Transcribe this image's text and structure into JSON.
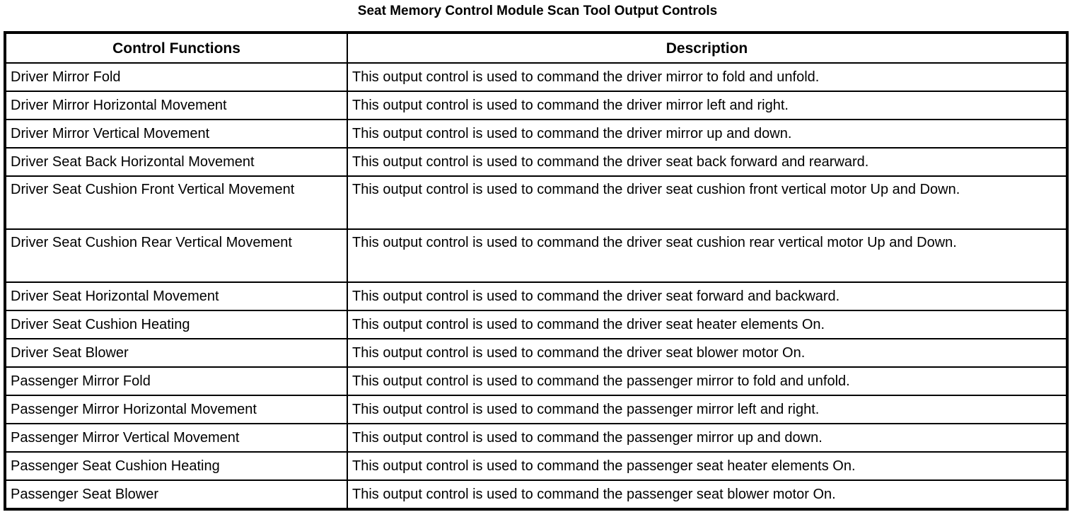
{
  "document": {
    "title": "Seat Memory Control Module Scan Tool Output Controls"
  },
  "table": {
    "headers": {
      "control_functions": "Control Functions",
      "description": "Description"
    },
    "rows": [
      {
        "control": "Driver Mirror Fold",
        "description": "This output control is used to command the driver mirror to fold and unfold.",
        "two_line": false
      },
      {
        "control": "Driver Mirror Horizontal Movement",
        "description": "This output control is used to command the driver mirror left and right.",
        "two_line": false
      },
      {
        "control": "Driver Mirror Vertical Movement",
        "description": "This output control is used to command the driver mirror up and down.",
        "two_line": false
      },
      {
        "control": "Driver Seat Back Horizontal Movement",
        "description": "This output control is used to command the driver seat back forward and rearward.",
        "two_line": false
      },
      {
        "control": "Driver Seat Cushion Front Vertical Movement",
        "description": "This output control is used to command the driver seat cushion front vertical motor Up and Down.",
        "two_line": true
      },
      {
        "control": "Driver Seat Cushion Rear Vertical Movement",
        "description": "This output control is used to command the driver seat cushion rear vertical motor Up and Down.",
        "two_line": true
      },
      {
        "control": "Driver Seat Horizontal Movement",
        "description": "This output control is used to command the driver seat forward and backward.",
        "two_line": false
      },
      {
        "control": "Driver Seat Cushion Heating",
        "description": "This output control is used to command the driver seat heater elements On.",
        "two_line": false
      },
      {
        "control": "Driver Seat Blower",
        "description": "This output control is used to command the driver seat blower motor On.",
        "two_line": false
      },
      {
        "control": "Passenger Mirror Fold",
        "description": "This output control is used to command the passenger mirror to fold and unfold.",
        "two_line": false
      },
      {
        "control": "Passenger Mirror Horizontal Movement",
        "description": "This output control is used to command the passenger mirror left and right.",
        "two_line": false
      },
      {
        "control": "Passenger Mirror Vertical Movement",
        "description": "This output control is used to command the passenger mirror up and down.",
        "two_line": false
      },
      {
        "control": "Passenger Seat Cushion Heating",
        "description": "This output control is used to command the passenger seat heater elements On.",
        "two_line": false
      },
      {
        "control": "Passenger Seat Blower",
        "description": "This output control is used to command the passenger seat blower motor On.",
        "two_line": false
      }
    ]
  }
}
